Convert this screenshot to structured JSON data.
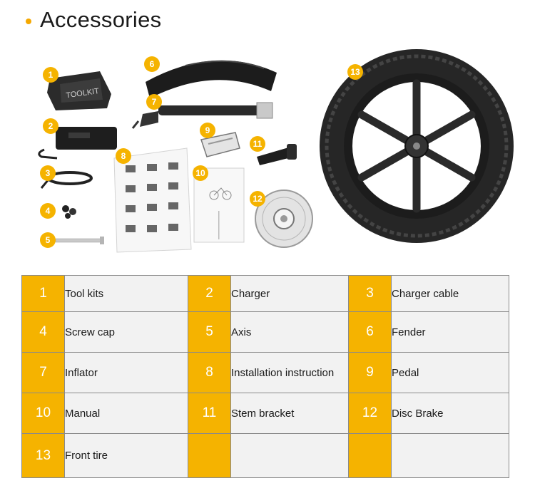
{
  "heading": {
    "title": "Accessories"
  },
  "illustration_badges": [
    "1",
    "2",
    "3",
    "4",
    "5",
    "6",
    "7",
    "8",
    "9",
    "10",
    "11",
    "12",
    "13"
  ],
  "toolkit_label": "TOOLKIT",
  "parts": [
    {
      "num": "1",
      "label": "Tool kits"
    },
    {
      "num": "2",
      "label": "Charger"
    },
    {
      "num": "3",
      "label": "Charger cable"
    },
    {
      "num": "4",
      "label": "Screw cap"
    },
    {
      "num": "5",
      "label": "Axis"
    },
    {
      "num": "6",
      "label": "Fender"
    },
    {
      "num": "7",
      "label": "Inflator"
    },
    {
      "num": "8",
      "label": "Installation instruction"
    },
    {
      "num": "9",
      "label": "Pedal"
    },
    {
      "num": "10",
      "label": "Manual"
    },
    {
      "num": "11",
      "label": "Stem bracket"
    },
    {
      "num": "12",
      "label": "Disc Brake"
    },
    {
      "num": "13",
      "label": "Front tire"
    }
  ],
  "colors": {
    "accent": "#f5b300",
    "cell_bg": "#f2f2f2",
    "border": "#8a8a8a"
  }
}
